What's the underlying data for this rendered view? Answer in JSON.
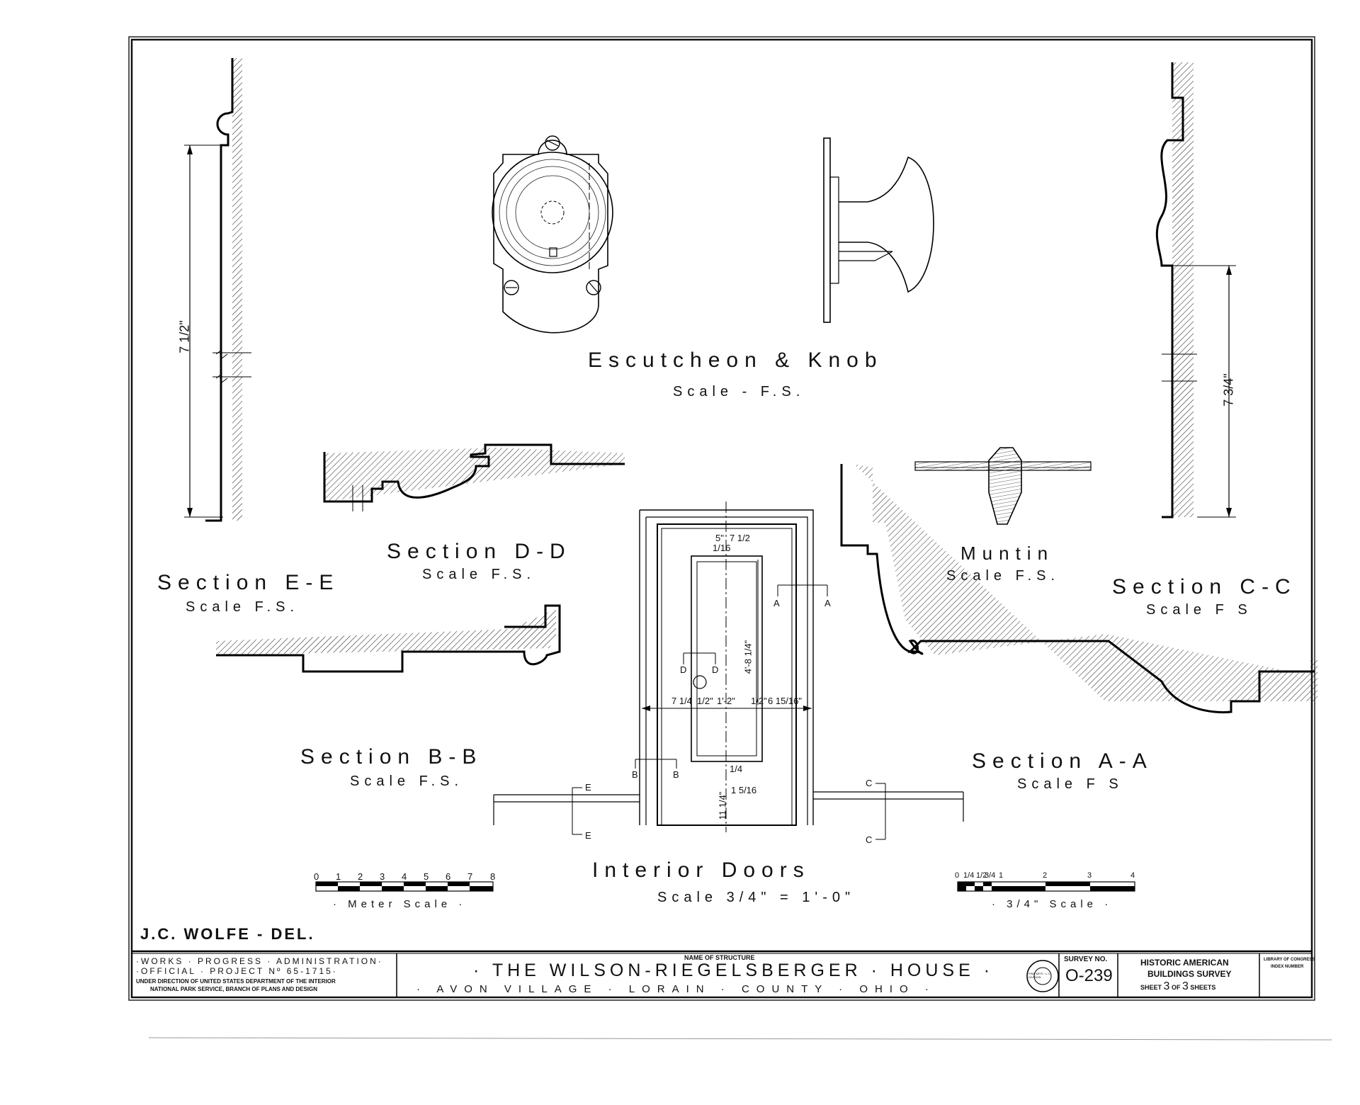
{
  "views": {
    "escutcheon": {
      "title": "Escutcheon & Knob",
      "scale": "Scale - F.S."
    },
    "section_dd": {
      "title": "Section D-D",
      "scale": "Scale F.S."
    },
    "section_ee": {
      "title": "Section E-E",
      "scale": "Scale F.S."
    },
    "muntin": {
      "title": "Muntin",
      "scale": "Scale F.S."
    },
    "section_cc": {
      "title": "Section C-C",
      "scale": "Scale F S"
    },
    "section_bb": {
      "title": "Section B-B",
      "scale": "Scale F.S."
    },
    "section_aa": {
      "title": "Section A-A",
      "scale": "Scale F S"
    },
    "interior_doors": {
      "title": "Interior Doors",
      "scale": "Scale 3/4\" = 1'-0\""
    }
  },
  "dimensions": {
    "ee_height": "7 1/2\"",
    "cc_height": "7 3/4\"",
    "door_stile": "7 1/4",
    "door_half": "1/2\"",
    "door_panel_width": "1'-2\"",
    "door_small": "1/2\"",
    "door_right": "6 15/16\"",
    "door_upper_panel": "4'-8 1/4\"",
    "door_top_rail": "5\"",
    "door_top_rail_2": "1/16",
    "door_top_sub": "7 1/2",
    "door_mid": "1/4",
    "door_lower": "11 1/4\"",
    "door_lower_2": "1 5/16"
  },
  "section_marks": {
    "a": "A",
    "b": "B",
    "c": "C",
    "d": "D",
    "e": "E"
  },
  "meter_scale": {
    "ticks": [
      "0",
      "1",
      "2",
      "3",
      "4",
      "5",
      "6",
      "7",
      "8"
    ],
    "label": "· Meter Scale ·"
  },
  "inch_scale": {
    "ticks": [
      "0",
      "1/4",
      "1/2",
      "3/4",
      "1",
      "2",
      "3",
      "4"
    ],
    "label": "· 3/4\" Scale ·"
  },
  "delineator": "J.C. WOLFE - DEL.",
  "title_block": {
    "wpa_line1": "·WORKS · PROGRESS · ADMINISTRATION·",
    "wpa_line2": "·OFFICIAL · PROJECT  Nº 65-1715·",
    "wpa_line3": "UNDER DIRECTION OF UNITED STATES DEPARTMENT OF THE INTERIOR",
    "wpa_line4": "NATIONAL PARK SERVICE, BRANCH OF PLANS AND DESIGN",
    "name_label": "NAME OF STRUCTURE",
    "structure_name": "· THE WILSON-RIEGELSBERGER · HOUSE ·",
    "location": "· AVON VILLAGE  ·  LORAIN  ·  COUNTY  ·  OHIO ·",
    "seal_text": "FINE ARTS · L.C. · DIVISION",
    "survey_label": "SURVEY NO.",
    "survey_no": "O-239",
    "habs_line1": "HISTORIC AMERICAN",
    "habs_line2": "BUILDINGS SURVEY",
    "sheet_prefix": "SHEET",
    "sheet_no": "3",
    "sheet_of": "OF",
    "sheet_total": "3",
    "sheet_suffix": "SHEETS",
    "loc_line1": "LIBRARY OF CONGRESS",
    "loc_line2": "INDEX NUMBER"
  }
}
